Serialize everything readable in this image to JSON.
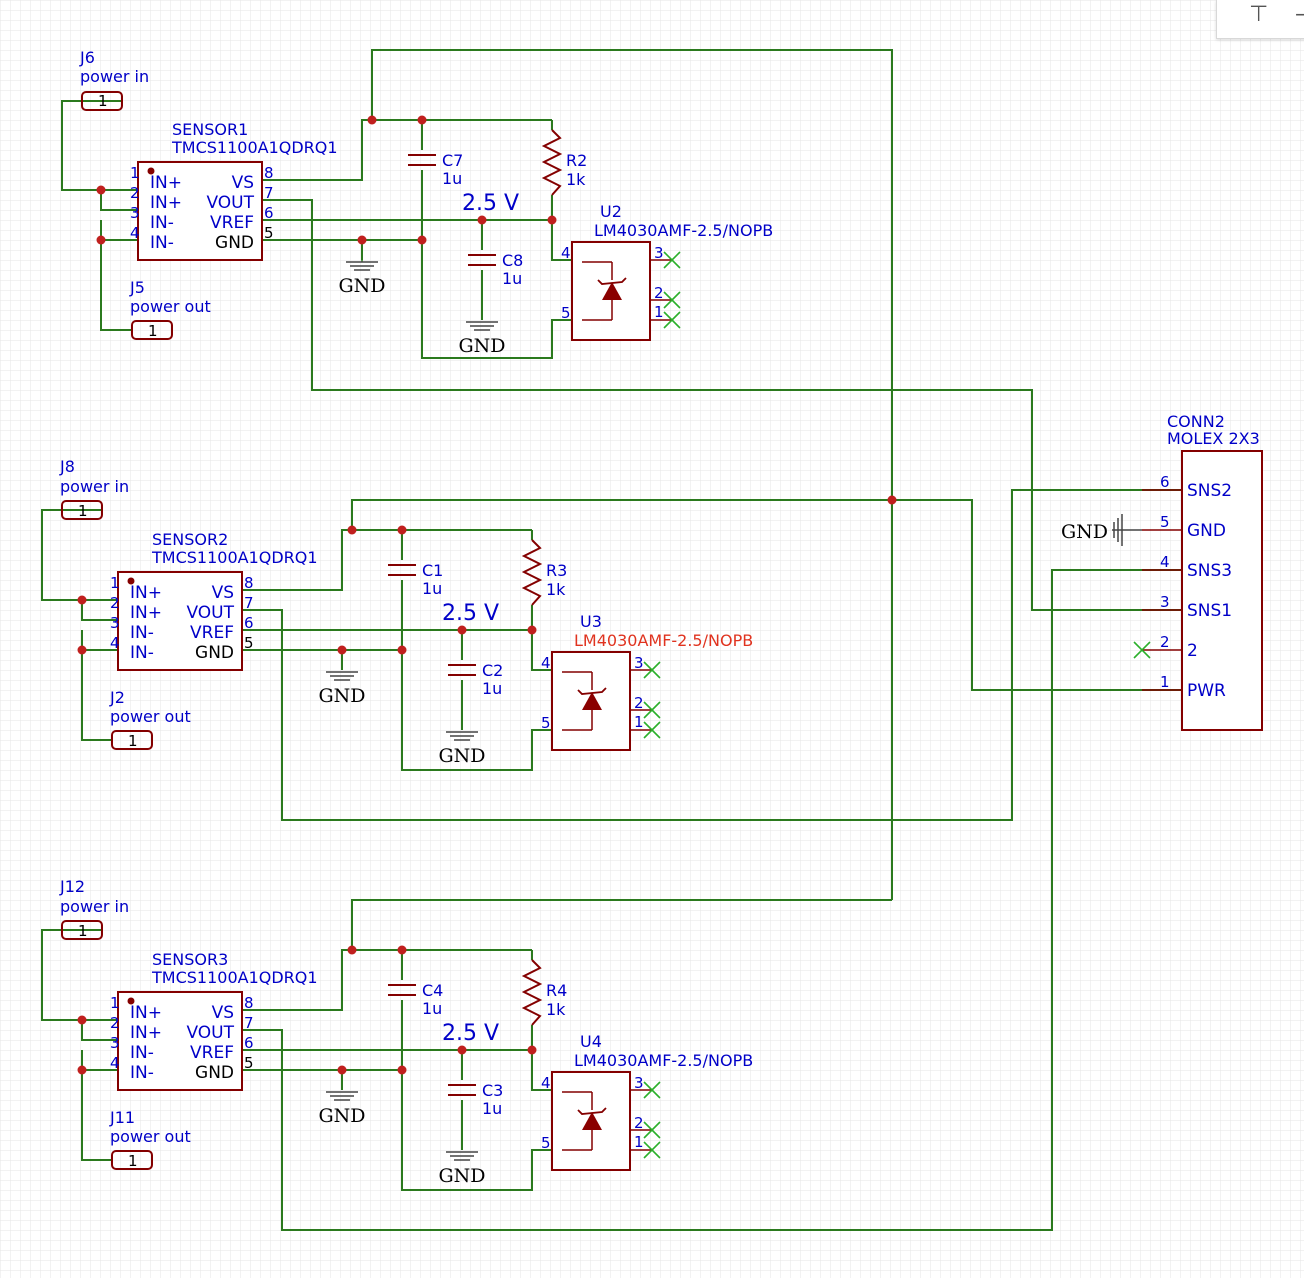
{
  "connectors": [
    {
      "ref": "J6",
      "label": "power in",
      "pin": "1"
    },
    {
      "ref": "J5",
      "label": "power out",
      "pin": "1"
    },
    {
      "ref": "J8",
      "label": "power in",
      "pin": "1"
    },
    {
      "ref": "J2",
      "label": "power out",
      "pin": "1"
    },
    {
      "ref": "J12",
      "label": "power in",
      "pin": "1"
    },
    {
      "ref": "J11",
      "label": "power out",
      "pin": "1"
    }
  ],
  "sensors": [
    {
      "ref": "SENSOR1",
      "value": "TMCS1100A1QDRQ1",
      "pins": [
        "1",
        "2",
        "3",
        "4",
        "8",
        "7",
        "6",
        "5"
      ],
      "names": [
        "IN+",
        "IN+",
        "IN-",
        "IN-",
        "VS",
        "VOUT",
        "VREF",
        "GND"
      ]
    },
    {
      "ref": "SENSOR2",
      "value": "TMCS1100A1QDRQ1",
      "pins": [
        "1",
        "2",
        "3",
        "4",
        "8",
        "7",
        "6",
        "5"
      ],
      "names": [
        "IN+",
        "IN+",
        "IN-",
        "IN-",
        "VS",
        "VOUT",
        "VREF",
        "GND"
      ]
    },
    {
      "ref": "SENSOR3",
      "value": "TMCS1100A1QDRQ1",
      "pins": [
        "1",
        "2",
        "3",
        "4",
        "8",
        "7",
        "6",
        "5"
      ],
      "names": [
        "IN+",
        "IN+",
        "IN-",
        "IN-",
        "VS",
        "VOUT",
        "VREF",
        "GND"
      ]
    }
  ],
  "capacitors": [
    {
      "ref": "C7",
      "value": "1u"
    },
    {
      "ref": "C8",
      "value": "1u"
    },
    {
      "ref": "C1",
      "value": "1u"
    },
    {
      "ref": "C2",
      "value": "1u"
    },
    {
      "ref": "C4",
      "value": "1u"
    },
    {
      "ref": "C3",
      "value": "1u"
    }
  ],
  "resistors": [
    {
      "ref": "R2",
      "value": "1k"
    },
    {
      "ref": "R3",
      "value": "1k"
    },
    {
      "ref": "R4",
      "value": "1k"
    }
  ],
  "references": [
    {
      "ref": "U2",
      "value": "LM4030AMF-2.5/NOPB",
      "pins": [
        "4",
        "5",
        "3",
        "2",
        "1"
      ]
    },
    {
      "ref": "U3",
      "value": "LM4030AMF-2.5/NOPB",
      "pins": [
        "4",
        "5",
        "3",
        "2",
        "1"
      ]
    },
    {
      "ref": "U4",
      "value": "LM4030AMF-2.5/NOPB",
      "pins": [
        "4",
        "5",
        "3",
        "2",
        "1"
      ]
    }
  ],
  "net_labels": [
    "2.5 V",
    "2.5 V",
    "2.5 V"
  ],
  "gnd_label": "GND",
  "molex": {
    "ref": "CONN2",
    "value": "MOLEX 2X3",
    "pins": [
      {
        "num": "6",
        "name": "SNS2"
      },
      {
        "num": "5",
        "name": "GND"
      },
      {
        "num": "4",
        "name": "SNS3"
      },
      {
        "num": "3",
        "name": "SNS1"
      },
      {
        "num": "2",
        "name": "2"
      },
      {
        "num": "1",
        "name": "PWR"
      }
    ]
  },
  "colors": {
    "wire": "#2b7a1e",
    "component": "#840000",
    "text": "#0000c8",
    "junction": "#c0201e",
    "no_connect": "#2bb02b",
    "error_text": "#e0331f"
  },
  "toolbar": {
    "icon": "text-cursor-icon"
  }
}
